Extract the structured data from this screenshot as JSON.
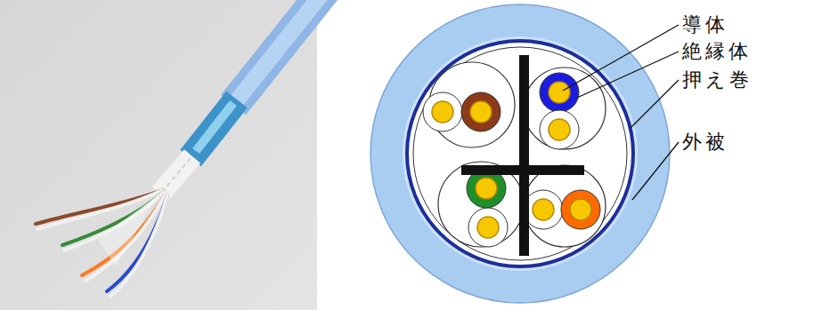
{
  "diagram": {
    "labels": [
      "導体",
      "絶縁体",
      "押え巻",
      "外被"
    ]
  }
}
